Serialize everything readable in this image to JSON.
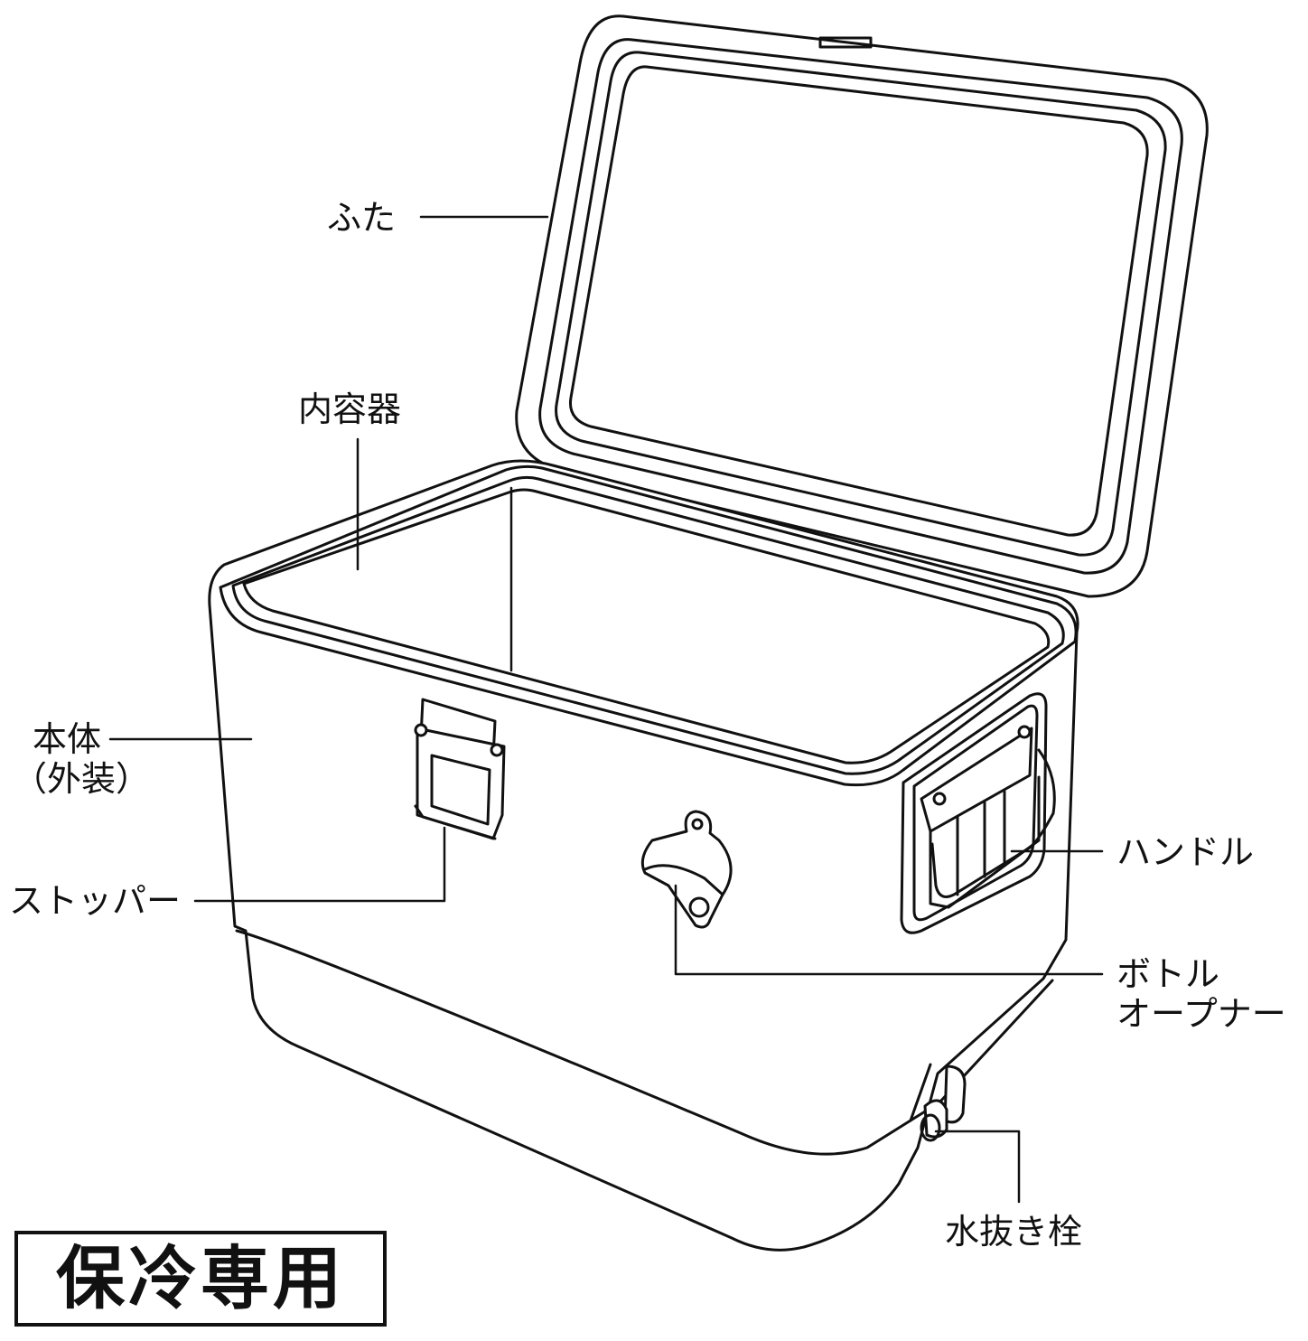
{
  "labels": {
    "lid": "ふた",
    "inner_container": "内容器",
    "body_line1": "本体",
    "body_line2": "（外装）",
    "stopper": "ストッパー",
    "handle": "ハンドル",
    "bottle_opener_line1": "ボトル",
    "bottle_opener_line2": "オープナー",
    "drain_plug": "水抜き栓"
  },
  "badge": {
    "text": "保冷専用"
  },
  "colors": {
    "line": "#111111",
    "background": "#ffffff"
  }
}
